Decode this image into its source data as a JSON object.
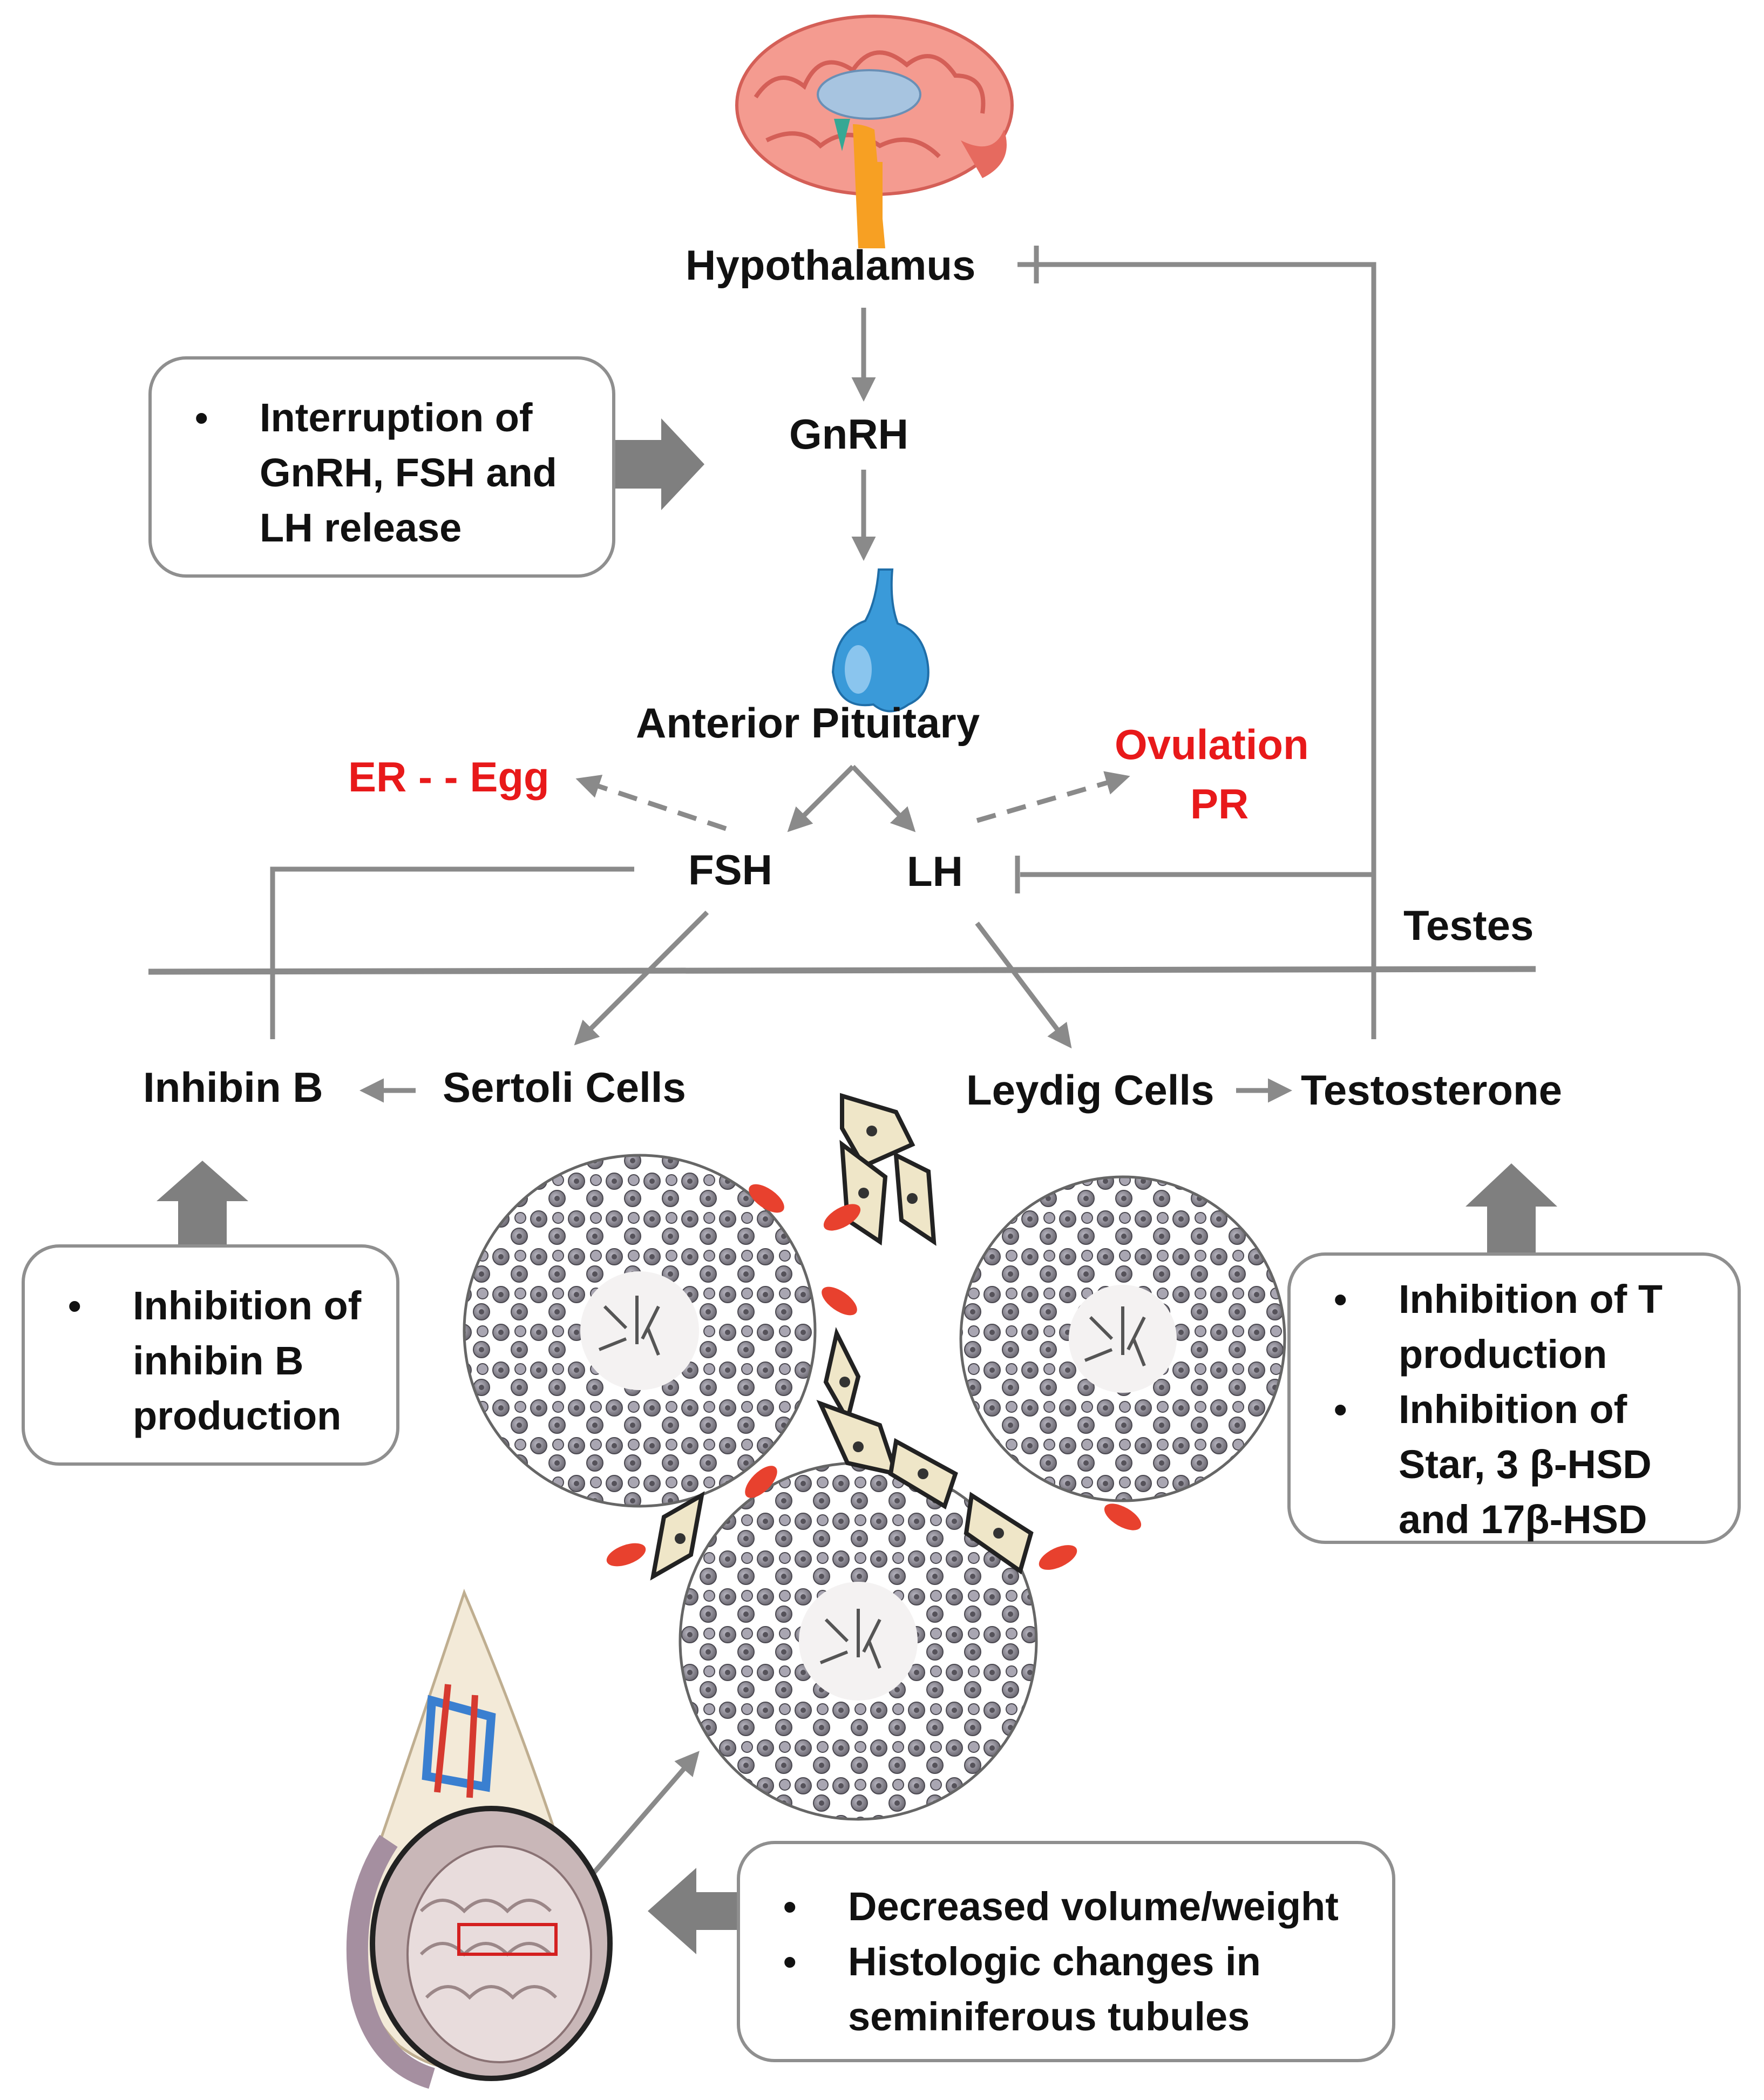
{
  "nodes": {
    "hypothalamus": "Hypothalamus",
    "gnrh": "GnRH",
    "anterior_pituitary": "Anterior Pituitary",
    "fsh": "FSH",
    "lh": "LH",
    "testes": "Testes",
    "inhibin_b": "Inhibin B",
    "sertoli_cells": "Sertoli Cells",
    "leydig_cells": "Leydig Cells",
    "testosterone": "Testosterone"
  },
  "red_labels": {
    "er_egg": "ER - -  Egg",
    "ovulation": "Ovulation",
    "pr": "PR"
  },
  "boxes": {
    "gnrh_box": [
      "Interruption of GnRH, FSH and LH release"
    ],
    "inhibin_box": [
      "Inhibition of inhibin B production"
    ],
    "testosterone_box": [
      "Inhibition of T production",
      "Inhibition of Star, 3 β-HSD and 17β-HSD"
    ],
    "tubules_box": [
      "Decreased volume/weight",
      "Histologic changes in seminiferous tubules"
    ]
  },
  "colors": {
    "line": "#8a8a8a",
    "red_text": "#e8191a",
    "brain": "#f08a80",
    "pituitary": "#3a9ad9",
    "leydig_cell": "#efe6c8",
    "rbc": "#e8412e"
  }
}
